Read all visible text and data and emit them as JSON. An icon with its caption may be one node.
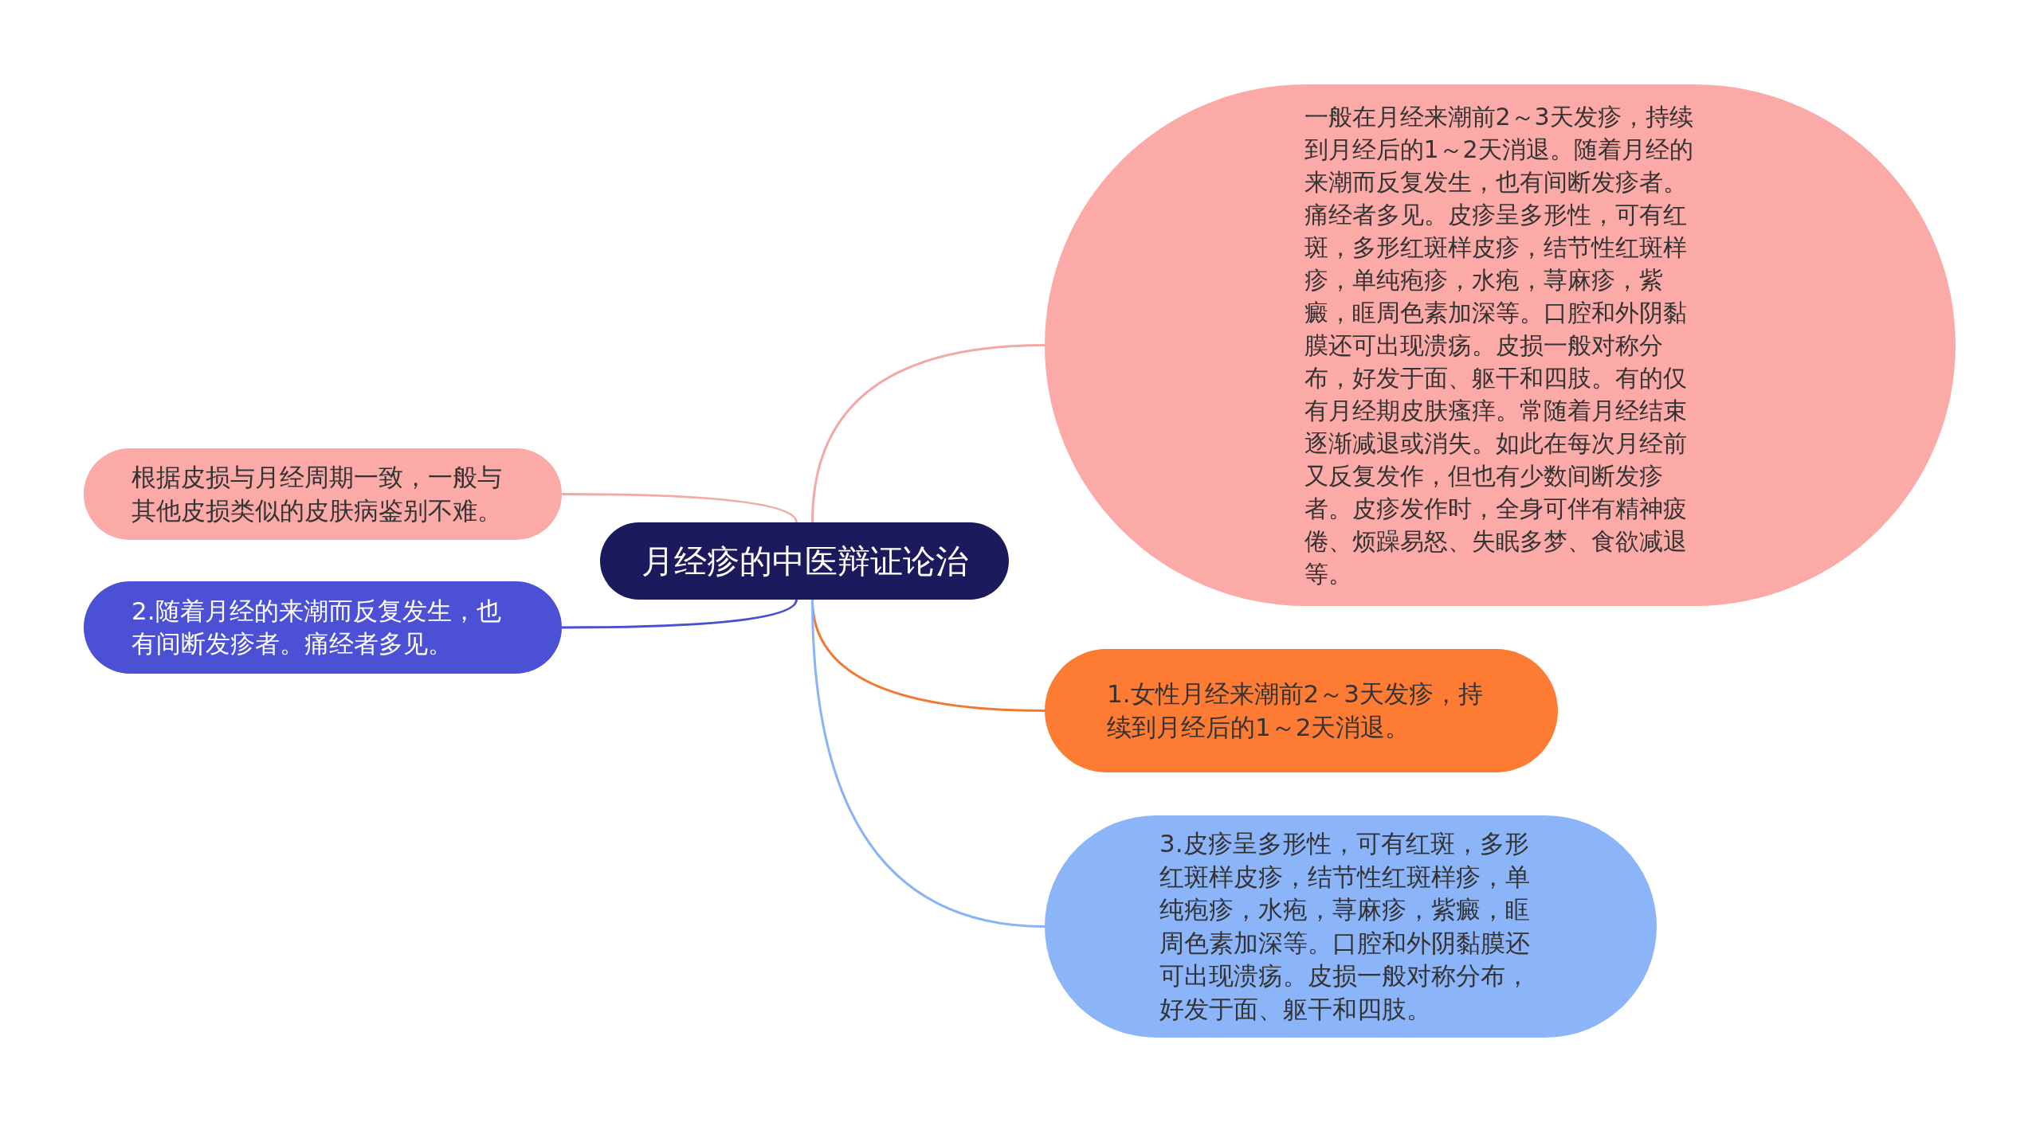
{
  "diagram": {
    "nodes": [
      {
        "text": [
          "月经疹的中医辩证论治"
        ]
      },
      {
        "text": [
          "一般在月经来潮前2～3天发疹，持续到月经后的1～2天消退。随着月经的来潮而反复发生，也有间断发疹者。痛经者多见。皮疹呈多形性，可有红斑，多形红斑样皮疹，结节性红斑样疹，单纯疱疹，水疱，荨麻疹，紫癜，眶周色素加深等。口腔和外阴黏膜还可出现溃疡。皮损一般对称分布，好发于面、躯干和四肢。有的仅有月经期皮肤瘙痒。常随着月经结束逐渐减退或消失。如此在每次月经前又反复发作，但也有少数间断发疹者。皮疹发作时，全身可伴有精神疲倦、烦躁易怒、失眠多梦、食欲减退等。"
        ]
      },
      {
        "text": [
          "1.女性月经来潮前2～3天发疹，持续到月经后的1～2天消退。"
        ]
      },
      {
        "text": [
          "3.皮疹呈多形性，可有红斑，多形红斑样皮疹，结节性红斑样疹，单纯疱疹，水疱，荨麻疹，紫癜，眶周色素加深等。口腔和外阴黏膜还可出现溃疡。皮损一般对称分布，好发于面、躯干和四肢。"
        ]
      },
      {
        "text": [
          "根据皮损与月经周期一致，一般与其他皮损类似的皮肤病鉴别不难。"
        ]
      },
      {
        "text": [
          "2.随着月经的来潮而反复发生，也有间断发疹者。痛经者多见。"
        ]
      }
    ],
    "edges": [
      {
        "from": 0,
        "to": 1,
        "arrow": "none",
        "color": "#f5a9a7"
      },
      {
        "from": 0,
        "to": 2,
        "arrow": "none",
        "color": "#f07a33"
      },
      {
        "from": 0,
        "to": 3,
        "arrow": "none",
        "color": "#8ab4f8"
      },
      {
        "from": 0,
        "to": 4,
        "arrow": "none",
        "color": "#f5a9a7"
      },
      {
        "from": 0,
        "to": 5,
        "arrow": "none",
        "color": "#4a4fd4"
      }
    ]
  }
}
